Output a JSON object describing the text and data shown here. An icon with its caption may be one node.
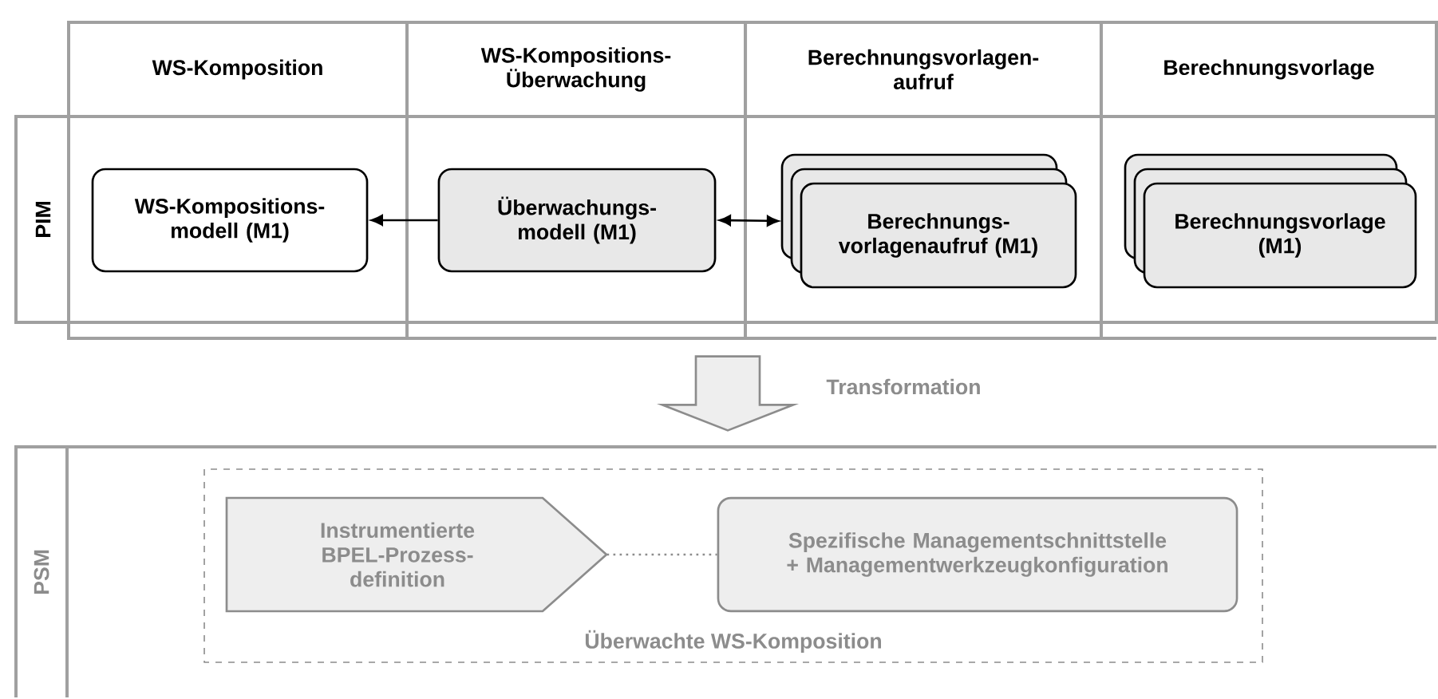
{
  "diagram": {
    "nodes": [
      {
        "text": [
          "WS-Komposition"
        ]
      },
      {
        "text": [
          "WS-Kompositions-Überwachung"
        ]
      },
      {
        "text": [
          "Berechnungsvorlagen-aufruf"
        ]
      },
      {
        "text": [
          "Berechnungsvorlage"
        ]
      },
      {
        "text": [
          "PIM"
        ]
      },
      {
        "text": [
          "WS-Kompositions-modell (M1)"
        ],
        "in": 4
      },
      {
        "text": [
          "Überwachungs-modell (M1)"
        ],
        "in": 4
      },
      {
        "text": [
          "Berechnungs-vorlagenaufruf (M1)"
        ],
        "in": 4
      },
      {
        "text": [
          "Berechnungsvorlage (M1)"
        ],
        "in": 4
      },
      {
        "text": [
          "PSM"
        ]
      },
      {
        "text": [
          "Überwachte WS-Komposition"
        ],
        "in": 9
      },
      {
        "text": [
          "Instrumentierte BPEL-Prozess-definition"
        ],
        "in": 10
      },
      {
        "text": [
          "Spezifische Managementschnittstelle + Managementwerkzeugkonfiguration"
        ],
        "in": 10
      }
    ],
    "edges": [
      {
        "from": 6,
        "to": 5,
        "arrow": "to"
      },
      {
        "from": 6,
        "to": 7,
        "arrow": "both"
      },
      {
        "from": 4,
        "to": 9,
        "arrow": "to",
        "label": "Transformation",
        "style": "thick",
        "color": "#8c8c8c"
      },
      {
        "from": 11,
        "to": 12,
        "arrow": "none",
        "style": "dashed",
        "color": "#8c8c8c"
      }
    ]
  }
}
